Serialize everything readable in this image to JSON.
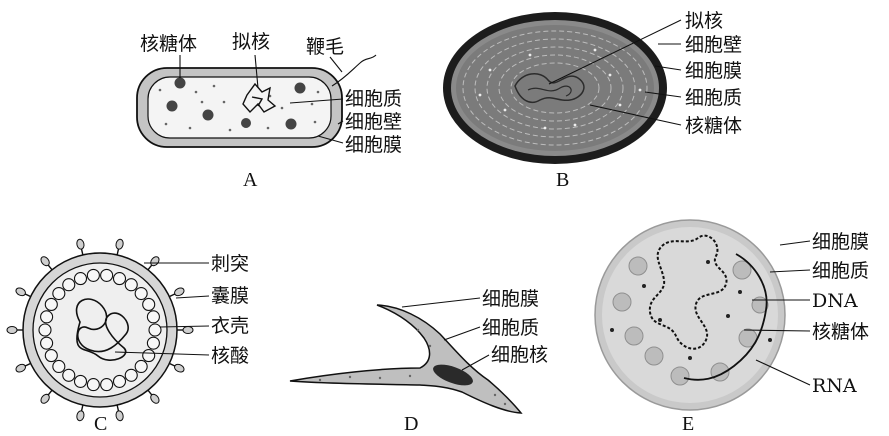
{
  "panels": {
    "a": {
      "caption": "A",
      "labels": [
        "核糖体",
        "拟核",
        "鞭毛",
        "细胞质",
        "细胞壁",
        "细胞膜"
      ]
    },
    "b": {
      "caption": "B",
      "labels": [
        "拟核",
        "细胞壁",
        "细胞膜",
        "细胞质",
        "核糖体"
      ]
    },
    "c": {
      "caption": "C",
      "labels": [
        "刺突",
        "囊膜",
        "衣壳",
        "核酸"
      ]
    },
    "d": {
      "caption": "D",
      "labels": [
        "细胞膜",
        "细胞质",
        "细胞核"
      ]
    },
    "e": {
      "caption": "E",
      "labels": [
        "细胞膜",
        "细胞质",
        "DNA",
        "核糖体",
        "RNA"
      ]
    }
  },
  "colors": {
    "ink": "#111111",
    "membrane": "#bdbdbd",
    "cytoplasm": "#e9e9e9",
    "wall": "#2a2a2a",
    "plate": "#cfcfcf"
  }
}
